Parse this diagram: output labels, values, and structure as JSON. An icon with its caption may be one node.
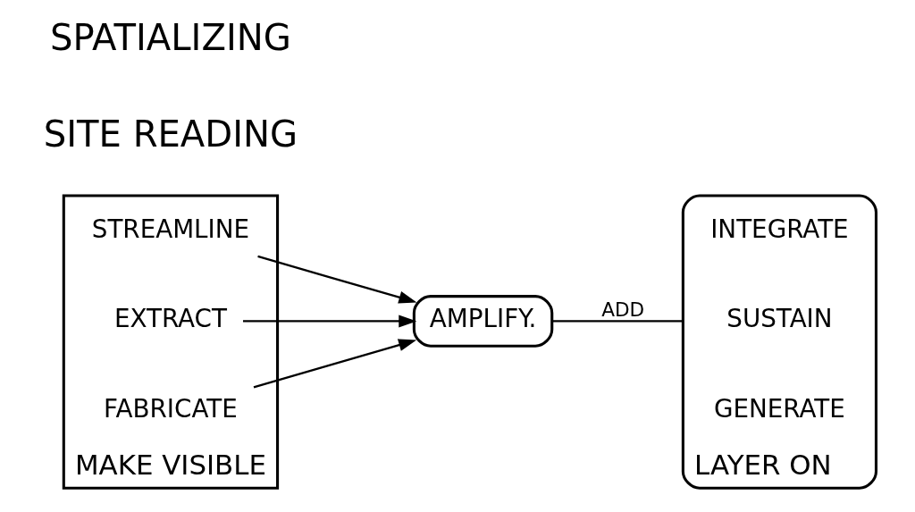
{
  "diagram": {
    "nodes": [
      {
        "text": [
          "MAKE VISIBLE"
        ]
      },
      {
        "text": [
          "STREAMLINE"
        ],
        "in": 0
      },
      {
        "text": [
          "EXTRACT"
        ],
        "in": 0
      },
      {
        "text": [
          "FABRICATE"
        ],
        "in": 0
      },
      {
        "text": [
          "AMPLIFY."
        ]
      },
      {
        "text": [
          "LAYER ON"
        ]
      },
      {
        "text": [
          "INTEGRATE"
        ],
        "in": 5
      },
      {
        "text": [
          "SUSTAIN"
        ],
        "in": 5
      },
      {
        "text": [
          "GENERATE"
        ],
        "in": 5
      }
    ],
    "edges": [
      {
        "from": 1,
        "to": 4,
        "arrow": "to"
      },
      {
        "from": 2,
        "to": 4,
        "arrow": "to"
      },
      {
        "from": 3,
        "to": 4,
        "arrow": "to"
      },
      {
        "from": 4,
        "to": 5,
        "arrow": "none",
        "label": "ADD"
      }
    ],
    "labels": [
      "SITE READING",
      "SPATIALIZING"
    ]
  }
}
